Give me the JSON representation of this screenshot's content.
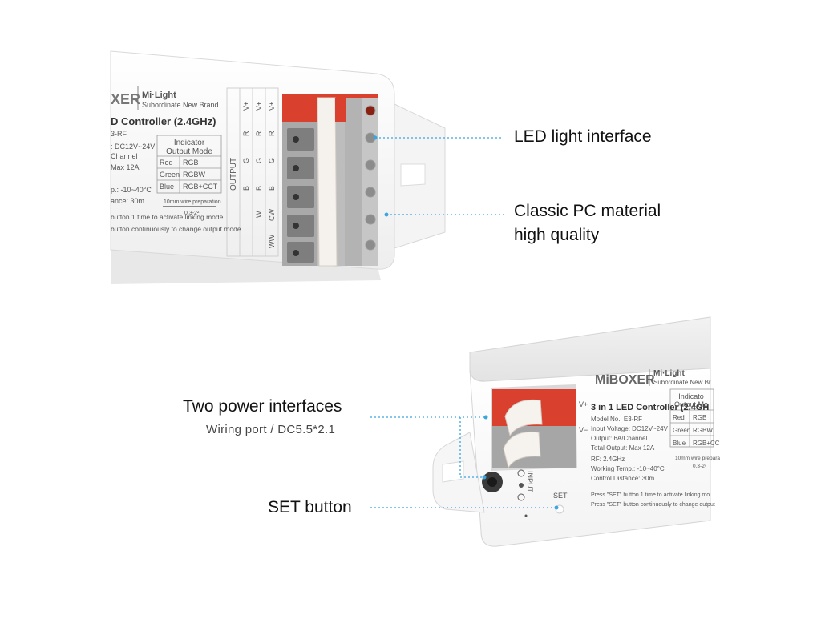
{
  "colors": {
    "accent_line": "#3aa5e0",
    "terminal_red": "#d9412e",
    "terminal_gray": "#a9a9a9",
    "housing": "#ffffff"
  },
  "callouts": {
    "led_interface": "LED light interface",
    "pc_material_line1": "Classic PC material",
    "pc_material_line2": "high quality",
    "power_interfaces": "Two power interfaces",
    "power_sub": "Wiring port / DC5.5*2.1",
    "set_button": "SET button"
  },
  "top_device": {
    "brand_partial": "XER",
    "brand_mi": "Mi·Light",
    "brand_sub": "Subordinate New Brand",
    "title_partial": "D Controller (2.4GHz)",
    "model_partial": "3-RF",
    "voltage_partial": ": DC12V~24V",
    "channel_partial": "Channel",
    "max_partial": "Max 12A",
    "temp_partial": "p.: -10~40°C",
    "distance_partial": "ance: 30m",
    "table_header1": "Indicator",
    "table_header2": "Output Mode",
    "table_rows": [
      {
        "c": "Red",
        "m": "RGB"
      },
      {
        "c": "Green",
        "m": "RGBW"
      },
      {
        "c": "Blue",
        "m": "RGB+CCT"
      }
    ],
    "wire_prep": "10mm wire preparation",
    "wire_gauge": "0.3-2²",
    "press1_partial": "button 1 time to activate linking mode",
    "press2_partial": "button continuously to change output mode",
    "output_label": "OUTPUT",
    "pin_cols": [
      [
        "V+",
        "R",
        "G",
        "B"
      ],
      [
        "V+",
        "R",
        "G",
        "B",
        "W"
      ],
      [
        "V+",
        "R",
        "G",
        "B",
        "CW",
        "WW"
      ]
    ]
  },
  "bottom_device": {
    "brand": "MiBOXER",
    "brand_mi": "Mi·Light",
    "brand_sub": "Subordinate New Br",
    "title": "3 in 1 LED Controller (2.4GH",
    "model": "Model No.: E3-RF",
    "voltage": "Input Voltage: DC12V~24V",
    "output": "Output: 6A/Channel",
    "total": "Total Output: Max 12A",
    "rf": "RF: 2.4GHz",
    "temp": "Working Temp.: -10~40°C",
    "distance": "Control Distance: 30m",
    "table_header1": "Indicato",
    "table_header2": "Output Mo",
    "table_rows": [
      {
        "c": "Red",
        "m": "RGB"
      },
      {
        "c": "Green",
        "m": "RGBW"
      },
      {
        "c": "Blue",
        "m": "RGB+CC"
      }
    ],
    "wire_prep": "10mm wire prepara",
    "wire_gauge": "0.3-2²",
    "press1": "Press \"SET\" button 1 time to activate linking mo",
    "press2": "Press \"SET\" button continuously to change output",
    "vplus": "V+",
    "vminus": "V−",
    "input": "INPUT",
    "set": "SET"
  }
}
